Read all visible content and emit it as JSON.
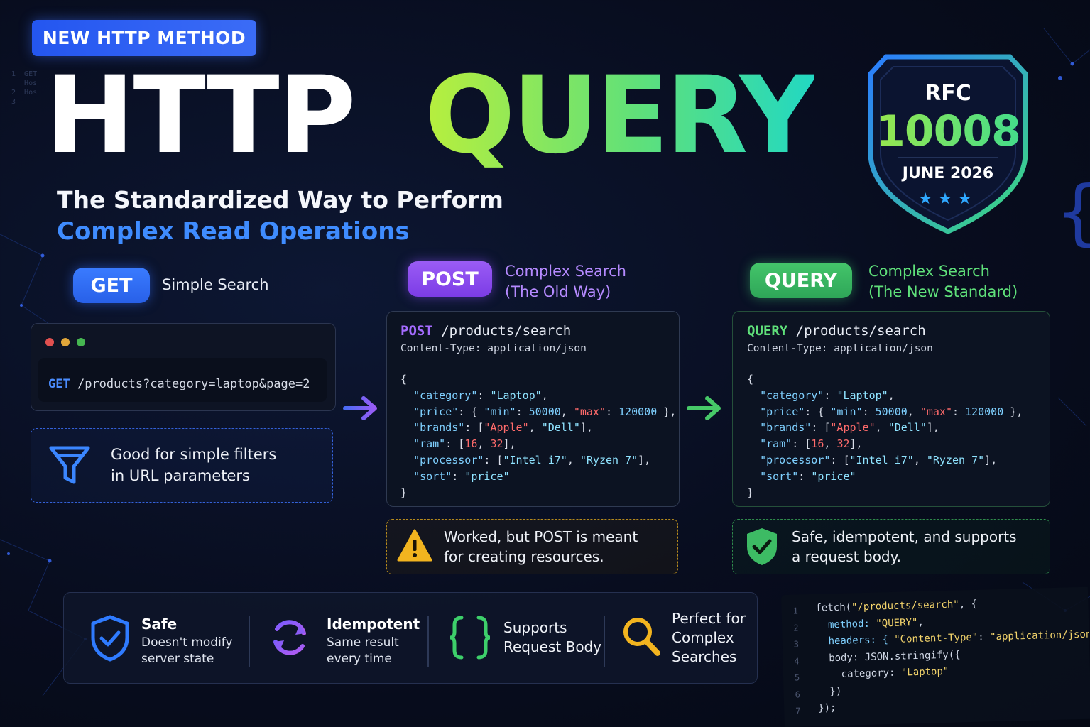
{
  "badge": "NEW HTTP METHOD",
  "title": {
    "part1": "HTTP",
    "part2": "QUERY"
  },
  "subtitle": {
    "line1": "The Standardized Way to Perform",
    "line2": "Complex Read Operations"
  },
  "rfc": {
    "label": "RFC",
    "number": "10008",
    "date": "JUNE 2026",
    "stars": "★★★"
  },
  "colors": {
    "get": "#2f6cf5",
    "post": "#8a4cf0",
    "query": "#3dbb64",
    "accent_green": "#5fe07a",
    "accent_blue": "#3f8cff"
  },
  "get": {
    "method": "GET",
    "caption": "Simple Search",
    "request_method": "GET",
    "request_path": "/products?category=laptop&page=2",
    "note_line1": "Good for simple filters",
    "note_line2": "in URL parameters",
    "note_icon": "filter-icon"
  },
  "post": {
    "method": "POST",
    "caption_line1": "Complex Search",
    "caption_line2": "(The Old Way)",
    "request_method": "POST",
    "request_path": "/products/search",
    "content_type": "Content-Type: application/json",
    "note_line1": "Worked, but POST is meant",
    "note_line2": "for creating resources.",
    "note_icon": "warning-icon"
  },
  "query": {
    "method": "QUERY",
    "caption_line1": "Complex Search",
    "caption_line2": "(The New Standard)",
    "request_method": "QUERY",
    "request_path": "/products/search",
    "content_type": "Content-Type: application/json",
    "note_line1": "Safe, idempotent, and supports",
    "note_line2": "a request body.",
    "note_icon": "shield-check-icon"
  },
  "json_body": {
    "open": "{",
    "category_key": "\"category\"",
    "category_val": "\"Laptop\"",
    "price_key": "\"price\"",
    "min_key": "\"min\"",
    "min_val": "50000",
    "max_key": "\"max\"",
    "max_val": "120000",
    "brands_key": "\"brands\"",
    "brand1": "\"Apple\"",
    "brand2": "\"Dell\"",
    "ram_key": "\"ram\"",
    "ram1": "16",
    "ram2": "32",
    "processor_key": "\"processor\"",
    "proc1": "\"Intel i7\"",
    "proc2": "\"Ryzen 7\"",
    "sort_key": "\"sort\"",
    "sort_val": "\"price\"",
    "close": "}"
  },
  "features": [
    {
      "title": "Safe",
      "desc_line1": "Doesn't modify",
      "desc_line2": "server state",
      "icon": "shield-check-icon"
    },
    {
      "title": "Idempotent",
      "desc_line1": "Same result",
      "desc_line2": "every time",
      "icon": "refresh-icon"
    },
    {
      "line1": "Supports",
      "line2": "Request Body",
      "icon": "braces-icon"
    },
    {
      "line1": "Perfect for",
      "line2": "Complex",
      "line3": "Searches",
      "icon": "search-icon"
    }
  ],
  "snippet": {
    "line_numbers": "1\n2\n3\n4\n5\n6\n7",
    "l1a": "fetch(",
    "l1b": "\"/products/search\"",
    "l1c": ", {",
    "l2a": "  method: ",
    "l2b": "\"QUERY\"",
    "l2c": ",",
    "l3a": "  headers: { ",
    "l3b": "\"Content-Type\"",
    "l3c": ": ",
    "l3d": "\"application/json\"",
    "l3e": " },",
    "l4": "  body: JSON.stringify({",
    "l5a": "    category: ",
    "l5b": "\"Laptop\"",
    "l6": "  })",
    "l7": "});"
  }
}
